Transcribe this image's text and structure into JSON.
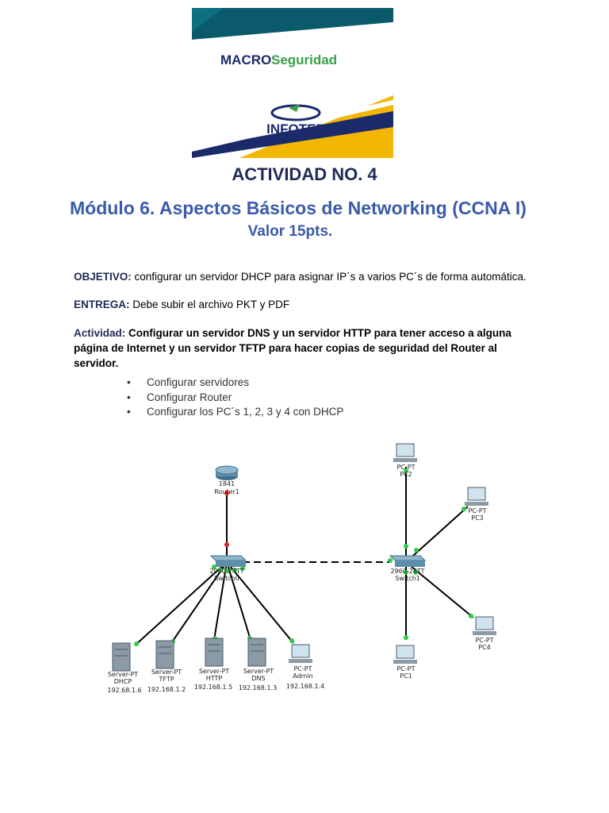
{
  "logo": {
    "brand_macro": "MACRO",
    "brand_seg": "Seguridad",
    "org": "INFOTEP",
    "colors": {
      "teal": "#0b5a6b",
      "yellow": "#f2b705",
      "navy": "#1b2a6b",
      "green": "#3aa04a"
    }
  },
  "header": {
    "activity_title": "ACTIVIDAD NO. 4",
    "module_title": "Módulo 6. Aspectos Básicos de Networking (CCNA I)",
    "value": "Valor 15pts."
  },
  "objective": {
    "label": "OBJETIVO:",
    "text": " configurar un servidor DHCP para asignar IP´s a varios PC´s de forma automática."
  },
  "delivery": {
    "label": "ENTREGA:",
    "text": "  Debe subir el archivo PKT y PDF"
  },
  "activity": {
    "label": "Actividad:",
    "text": "  Configurar un servidor DNS y un servidor HTTP para tener acceso a alguna página de Internet y un servidor TFTP para hacer copias de seguridad del Router al servidor."
  },
  "bullets": [
    "Configurar servidores",
    "Configurar Router",
    "Configurar los PC´s 1, 2, 3 y 4 con DHCP"
  ],
  "diagram": {
    "router": {
      "model": "1841",
      "name": "Router1"
    },
    "switch0": {
      "model": "2960-24TT",
      "name": "Switch0"
    },
    "switch1": {
      "model": "2960-24TT",
      "name": "Switch1"
    },
    "servers": [
      {
        "type": "Server-PT",
        "name": "DHCP",
        "ip": "192.68.1.6"
      },
      {
        "type": "Server-PT",
        "name": "TFTP",
        "ip": "192.168.1.2"
      },
      {
        "type": "Server-PT",
        "name": "HTTP",
        "ip": "192.168.1.5"
      },
      {
        "type": "Server-PT",
        "name": "DNS",
        "ip": "192.168.1.3"
      }
    ],
    "admin": {
      "type": "PC-PT",
      "name": "Admin",
      "ip": "192.168.1.4"
    },
    "pcs": [
      {
        "type": "PC-PT",
        "name": "PC2"
      },
      {
        "type": "PC-PT",
        "name": "PC3"
      },
      {
        "type": "PC-PT",
        "name": "PC4"
      },
      {
        "type": "PC-PT",
        "name": "PC1"
      }
    ]
  }
}
